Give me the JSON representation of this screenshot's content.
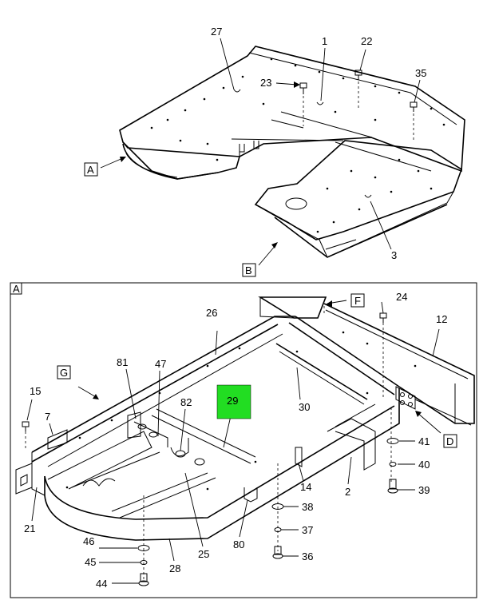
{
  "top_callouts": [
    "27",
    "1",
    "22",
    "23",
    "35",
    "3"
  ],
  "view_tags": {
    "top_A": "A",
    "top_B": "B",
    "panel": "A",
    "F": "F",
    "G": "G",
    "D": "D"
  },
  "panel_callouts": {
    "c26": "26",
    "c24": "24",
    "c12": "12",
    "c81": "81",
    "c47": "47",
    "c15": "15",
    "c82": "82",
    "c29": "29",
    "c30": "30",
    "c7": "7",
    "c41": "41",
    "c40": "40",
    "c39": "39",
    "c2": "2",
    "c14": "14",
    "c38": "38",
    "c37": "37",
    "c36": "36",
    "c21": "21",
    "c80": "80",
    "c25": "25",
    "c28": "28",
    "c46": "46",
    "c45": "45",
    "c44": "44"
  },
  "highlight_color": "#22dd22"
}
